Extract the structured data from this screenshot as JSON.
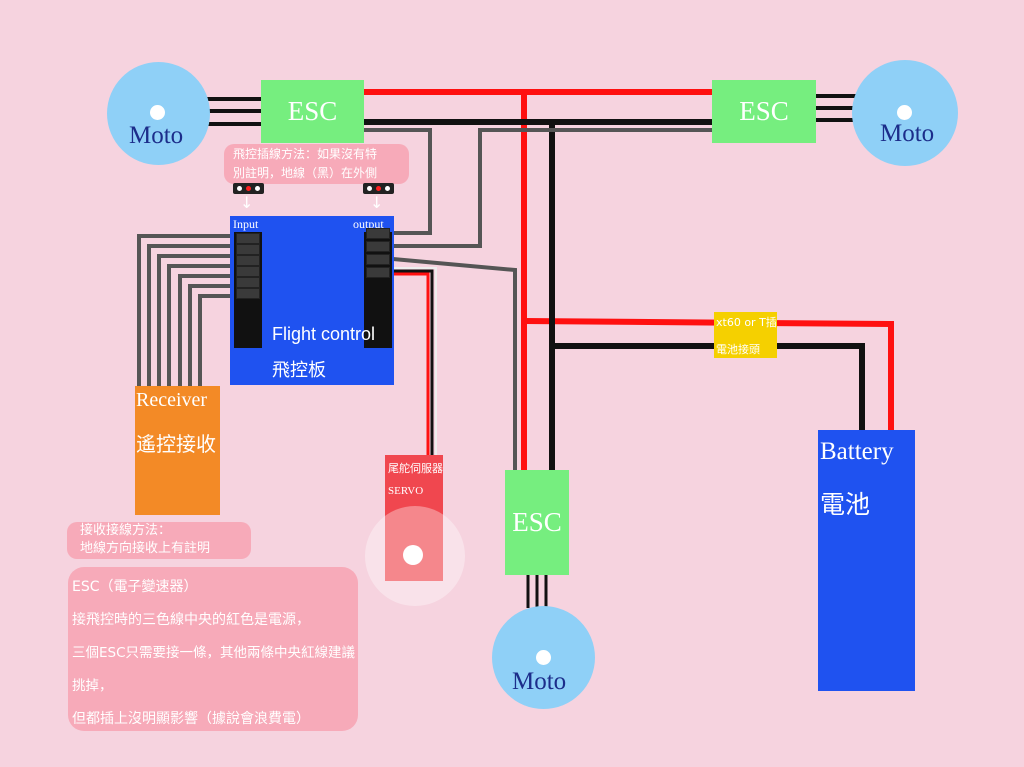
{
  "motors": {
    "top_left": "Moto",
    "top_right": "Moto",
    "bottom": "Moto"
  },
  "escs": {
    "top_left": "ESC",
    "top_right": "ESC",
    "bottom": "ESC"
  },
  "fc_wiring_note": {
    "line1": "飛控插線方法：如果沒有特",
    "line2": "別註明，地線（黑）在外側"
  },
  "flight_controller": {
    "input_label": "Input",
    "output_label": "output",
    "name_en": "Flight control",
    "name_zh": "飛控板"
  },
  "receiver": {
    "name_en": "Receiver",
    "name_zh": "遙控接收"
  },
  "receiver_note": {
    "line1": "接收接線方法：",
    "line2": "地線方向接收上有註明"
  },
  "servo": {
    "name_zh": "尾舵伺服器",
    "name_en": "SERVO"
  },
  "xt60": {
    "line1": "xt60 or T插",
    "line2": "電池接頭"
  },
  "battery": {
    "name_en": "Battery",
    "name_zh": "電池"
  },
  "esc_note": {
    "title": "ESC（電子變速器）",
    "line1": "接飛控時的三色線中央的紅色是電源，",
    "line2": "三個ESC只需要接一條，其他兩條中央紅線建議挑掉，",
    "line3": "但都插上沒明顯影響（據說會浪費電）"
  },
  "colors": {
    "background": "#f6d3df",
    "motor": "#8fd0f7",
    "esc": "#76ee7f",
    "flight_controller": "#1f52f0",
    "receiver": "#f38a26",
    "servo": "#f0474f",
    "battery": "#1f52f0",
    "xt60": "#f5d000",
    "note": "#f7aab9",
    "wire_power": "#ff1010",
    "wire_ground": "#111111",
    "wire_signal": "#555555"
  },
  "icons": {
    "connector": "plug-connector-icon",
    "arrow": "down-arrow-icon"
  }
}
